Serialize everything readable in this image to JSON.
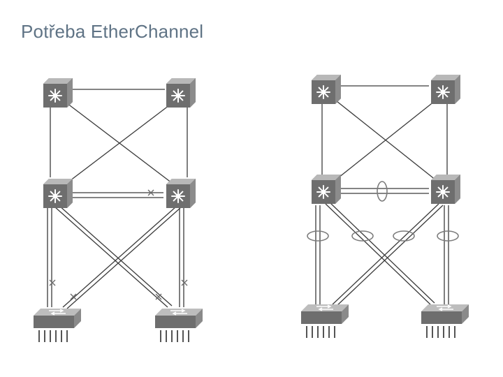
{
  "title": "Potřeba EtherChannel",
  "colors": {
    "title": "#5f7385",
    "device": "#707070",
    "link": "#3a3a3a",
    "bundle": "#7c7c7c"
  },
  "left_topology": {
    "devices": [
      "multilayer-switch",
      "multilayer-switch",
      "multilayer-switch",
      "multilayer-switch",
      "access-switch",
      "access-switch"
    ],
    "blocked_port_marks": 5
  },
  "right_topology": {
    "devices": [
      "multilayer-switch",
      "multilayer-switch",
      "multilayer-switch",
      "multilayer-switch",
      "access-switch",
      "access-switch"
    ],
    "etherchannel_bundles": 5
  }
}
